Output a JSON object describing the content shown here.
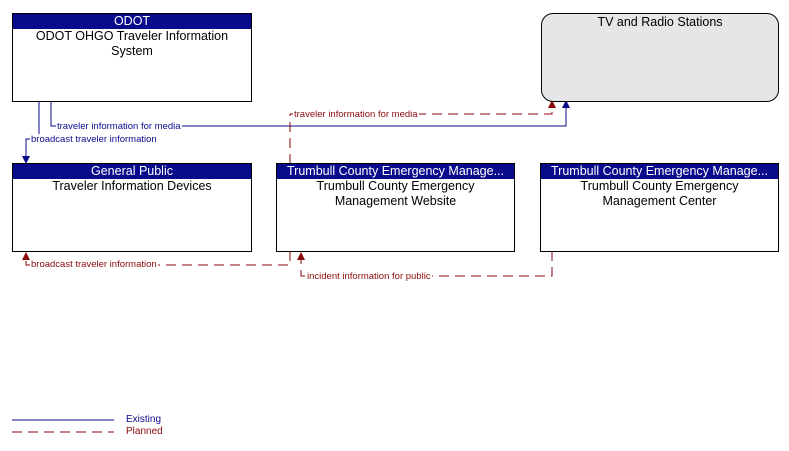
{
  "nodes": {
    "odot": {
      "header": "ODOT",
      "body": "ODOT OHGO Traveler Information System"
    },
    "tv": {
      "body": "TV and Radio Stations"
    },
    "public": {
      "header": "General Public",
      "body": "Traveler Information Devices"
    },
    "website": {
      "header": "Trumbull County Emergency Manage...",
      "body": "Trumbull County Emergency Management Website"
    },
    "ema": {
      "header": "Trumbull County Emergency Manage...",
      "body": "Trumbull County Emergency Management Center"
    }
  },
  "flows": {
    "traveler_info_media_existing": "traveler information for media",
    "broadcast_existing": "broadcast traveler information",
    "traveler_info_media_planned": "traveler information for media",
    "broadcast_planned": "broadcast traveler information",
    "incident_info_public": "incident information for public"
  },
  "legend": {
    "existing": "Existing",
    "planned": "Planned"
  },
  "colors": {
    "existing": "#0a0a8c",
    "planned": "#8b0a0a",
    "header_bg": "#0a0a8c",
    "cloud_bg": "#e6e6e6"
  }
}
